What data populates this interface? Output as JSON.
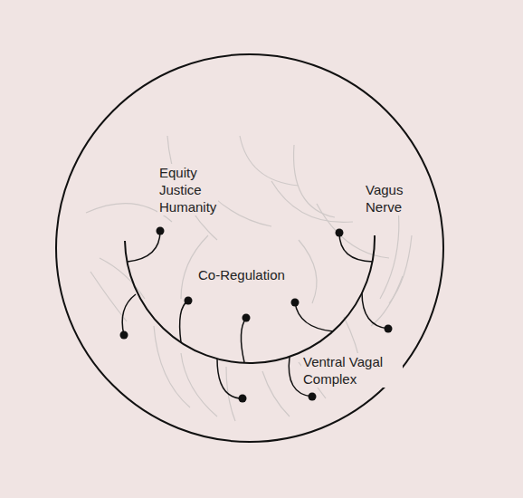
{
  "diagram": {
    "labels": [
      "Equity Justice Humanity",
      "Vagus Nerve",
      "Co-Regulation",
      "Ventral Vagal Complex"
    ]
  }
}
